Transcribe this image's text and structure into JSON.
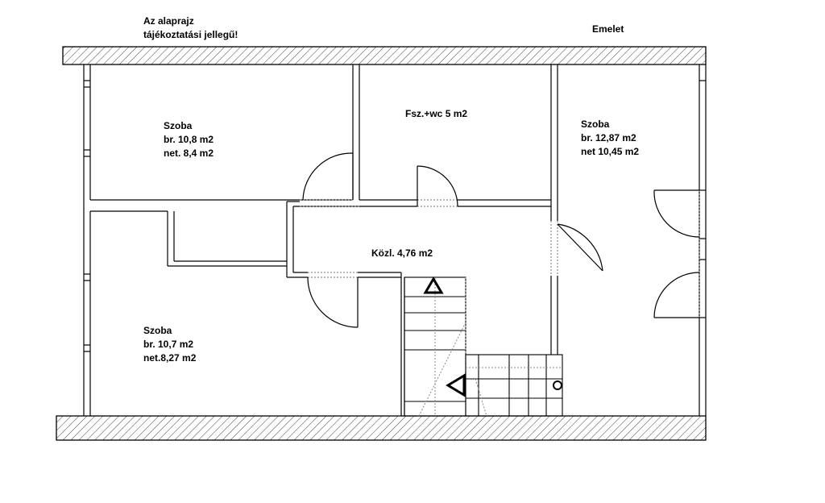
{
  "note": {
    "line1": "Az alaprajz",
    "line2": "tájékoztatási jellegű!"
  },
  "floor_label": "Emelet",
  "rooms": {
    "room_top_left": {
      "name": "Szoba",
      "gross": "br. 10,8 m2",
      "net": "net. 8,4 m2"
    },
    "bathroom": {
      "name": "Fsz.+wc 5 m2"
    },
    "room_right": {
      "name": "Szoba",
      "gross": "br. 12,87 m2",
      "net": "net 10,45 m2"
    },
    "hall": {
      "name": "Közl. 4,76 m2"
    },
    "room_bottom_left": {
      "name": "Szoba",
      "gross": "br. 10,7 m2",
      "net": "net.8,27 m2"
    }
  },
  "colors": {
    "line": "#000000",
    "hatch": "#555555",
    "background": "#ffffff"
  }
}
